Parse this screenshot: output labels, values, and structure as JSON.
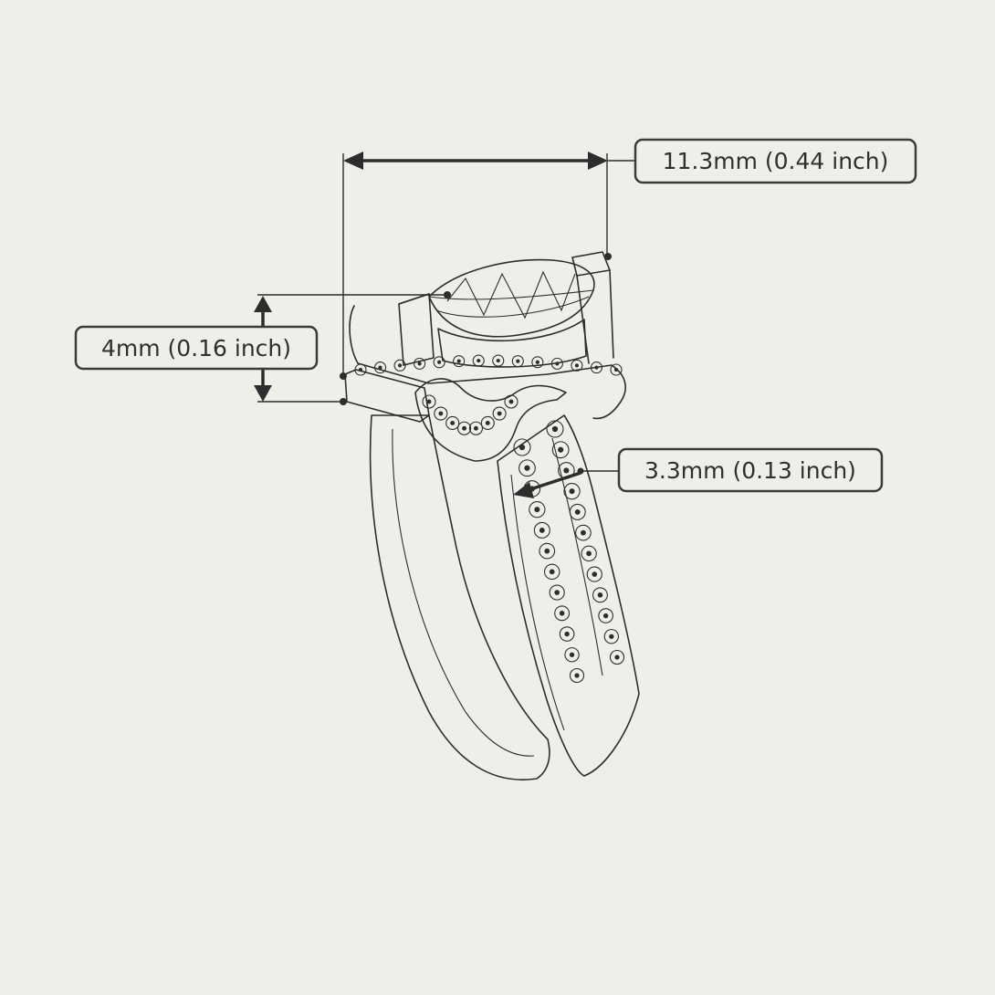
{
  "dimensions": {
    "width": {
      "label": "11.3mm (0.44 inch)"
    },
    "height": {
      "label": "4mm (0.16 inch)"
    },
    "band": {
      "label": "3.3mm (0.13 inch)"
    }
  },
  "colors": {
    "background": "#efefea",
    "ink": "#2d2d2d"
  }
}
